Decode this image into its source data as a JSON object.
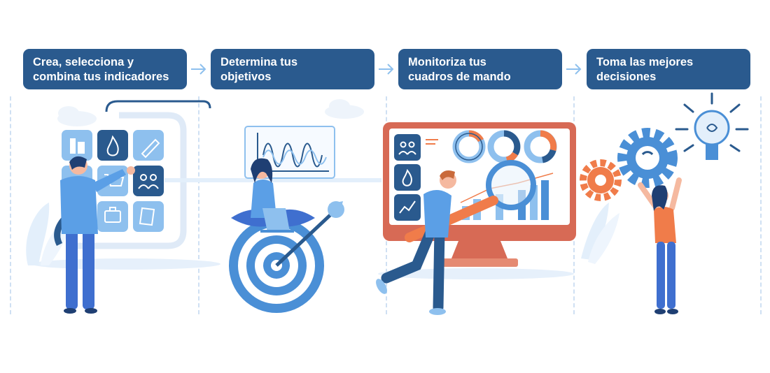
{
  "steps": [
    {
      "line1": "Crea, selecciona y",
      "line2": "combina tus indicadores"
    },
    {
      "line1": "Determina tus",
      "line2": "objetivos"
    },
    {
      "line1": "Monitoriza tus",
      "line2": "cuadros de mando"
    },
    {
      "line1": "Toma las mejores",
      "line2": "decisiones"
    }
  ],
  "colors": {
    "step_bg": "#2a5a8e",
    "step_text": "#ffffff",
    "accent_blue": "#4a8fd6",
    "light_blue": "#8ec0ee",
    "pale_blue": "#e3effb",
    "navy": "#1f4f86",
    "orange": "#f07c4a",
    "monitor_red": "#d76a55"
  },
  "icons": {
    "tiles": [
      "buildings-icon",
      "flame-icon",
      "pencil-icon",
      "cart-icon",
      "people-icon",
      "briefcase-icon",
      "document-icon"
    ],
    "dashboard_side": [
      "people-icon",
      "flame-icon",
      "line-chart-icon"
    ],
    "misc": [
      "target-icon",
      "laptop-icon",
      "magnifier-icon",
      "gear-icon",
      "lightbulb-icon",
      "cloud-icon"
    ]
  }
}
